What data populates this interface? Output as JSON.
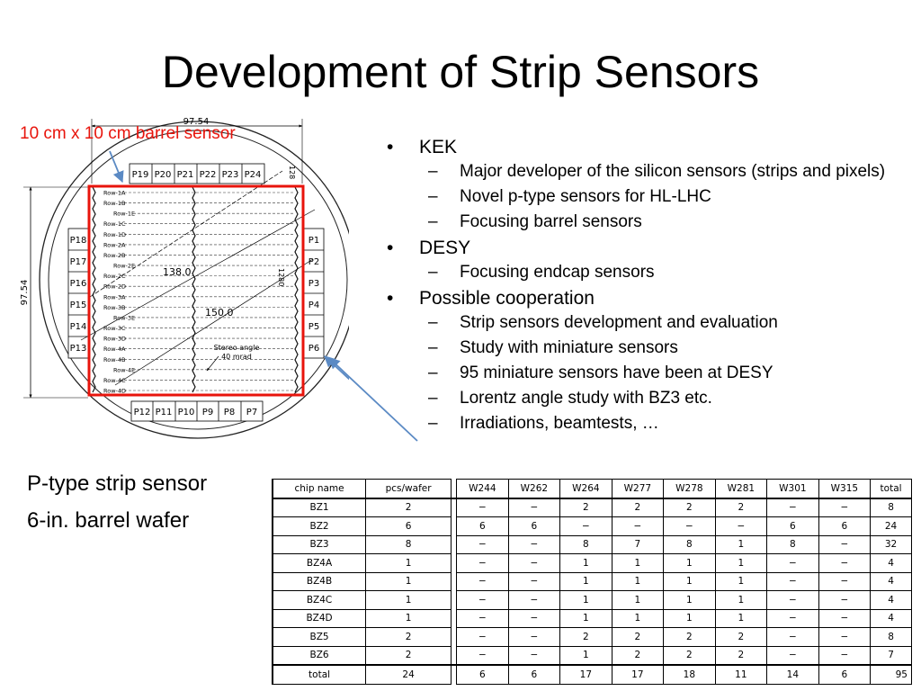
{
  "slide": {
    "title": "Development of Strip Sensors",
    "red_caption": "10 cm x 10 cm barrel sensor",
    "caption_left": [
      "P-type strip sensor",
      "6-in. barrel wafer"
    ]
  },
  "wafer_diagram": {
    "dim_top": "97.54",
    "dim_left": "97.54",
    "dim_diag1": "138.0",
    "dim_diag2": "150.0",
    "dim_small1": "128",
    "dim_small2": "1280",
    "stereo_label_1": "Stereo angle",
    "stereo_label_2": "40 mrad",
    "pads_top": [
      "P19",
      "P20",
      "P21",
      "P22",
      "P23",
      "P24"
    ],
    "pads_left": [
      "P18",
      "P17",
      "P16",
      "P15",
      "P14",
      "P13"
    ],
    "pads_right": [
      "P1",
      "P2",
      "P3",
      "P4",
      "P5",
      "P6"
    ],
    "pads_bottom": [
      "P12",
      "P11",
      "P10",
      "P9",
      "P8",
      "P7"
    ],
    "rows": [
      "Row-1A",
      "Row-1B",
      "Row-1E",
      "Row-1C",
      "Row-1D",
      "Row-2A",
      "Row-2B",
      "Row-2E",
      "Row-2C",
      "Row-2D",
      "Row-3A",
      "Row-3B",
      "Row-3E",
      "Row-3C",
      "Row-3D",
      "Row-4A",
      "Row-4B",
      "Row-4E",
      "Row-4C",
      "Row-4D"
    ],
    "colors": {
      "sensor_outline": "#e8140c",
      "arrow": "#5b8ac4"
    }
  },
  "bullets": [
    {
      "text": "KEK",
      "sub": [
        "Major developer of the silicon sensors (strips and pixels)",
        "Novel p-type sensors for HL-LHC",
        "Focusing barrel sensors"
      ]
    },
    {
      "text": "DESY",
      "sub": [
        "Focusing endcap sensors"
      ]
    },
    {
      "text": "Possible cooperation",
      "sub": [
        "Strip sensors development and evaluation",
        "Study with miniature sensors",
        "95 miniature sensors have been at DESY",
        "Lorentz angle study with BZ3 etc.",
        "Irradiations, beamtests, …"
      ]
    }
  ],
  "table": {
    "headers": [
      "chip name",
      "pcs/wafer",
      "W244",
      "W262",
      "W264",
      "W277",
      "W278",
      "W281",
      "W301",
      "W315",
      "total"
    ],
    "rows": [
      [
        "BZ1",
        "2",
        "−",
        "−",
        "2",
        "2",
        "2",
        "2",
        "−",
        "−",
        "8"
      ],
      [
        "BZ2",
        "6",
        "6",
        "6",
        "−",
        "−",
        "−",
        "−",
        "6",
        "6",
        "24"
      ],
      [
        "BZ3",
        "8",
        "−",
        "−",
        "8",
        "7",
        "8",
        "1",
        "8",
        "−",
        "32"
      ],
      [
        "BZ4A",
        "1",
        "−",
        "−",
        "1",
        "1",
        "1",
        "1",
        "−",
        "−",
        "4"
      ],
      [
        "BZ4B",
        "1",
        "−",
        "−",
        "1",
        "1",
        "1",
        "1",
        "−",
        "−",
        "4"
      ],
      [
        "BZ4C",
        "1",
        "−",
        "−",
        "1",
        "1",
        "1",
        "1",
        "−",
        "−",
        "4"
      ],
      [
        "BZ4D",
        "1",
        "−",
        "−",
        "1",
        "1",
        "1",
        "1",
        "−",
        "−",
        "4"
      ],
      [
        "BZ5",
        "2",
        "−",
        "−",
        "2",
        "2",
        "2",
        "2",
        "−",
        "−",
        "8"
      ],
      [
        "BZ6",
        "2",
        "−",
        "−",
        "1",
        "2",
        "2",
        "2",
        "−",
        "−",
        "7"
      ],
      [
        "total",
        "24",
        "6",
        "6",
        "17",
        "17",
        "18",
        "11",
        "14",
        "6",
        "95"
      ]
    ]
  }
}
